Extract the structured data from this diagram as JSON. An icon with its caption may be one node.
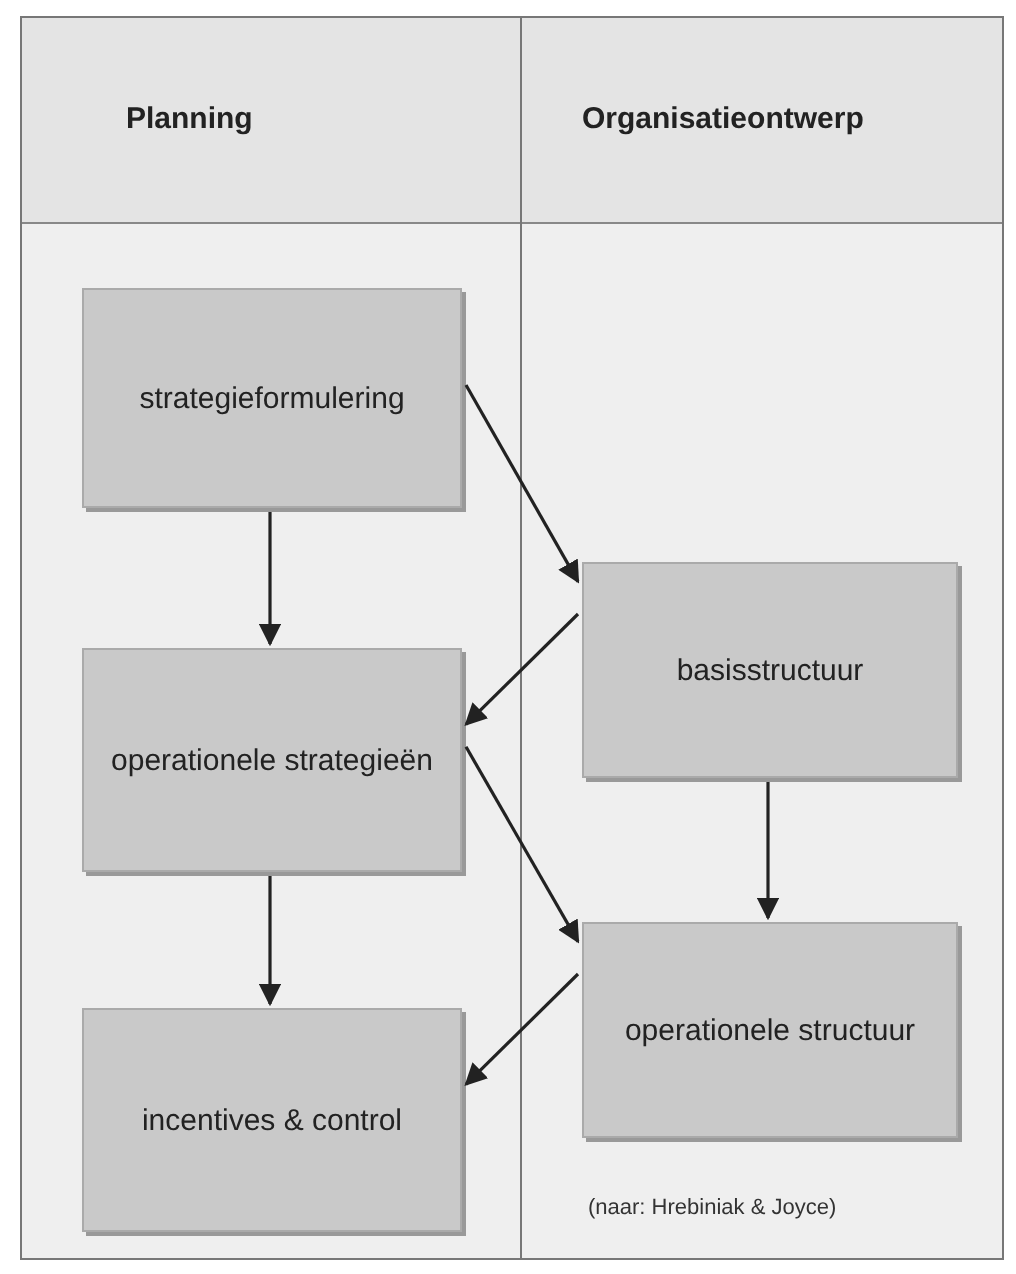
{
  "diagram": {
    "caption": "(naar: Hrebiniak & Joyce)",
    "nodes": [
      {
        "text": [
          "Planning"
        ]
      },
      {
        "text": [
          "Organisatieontwerp"
        ]
      },
      {
        "text": [
          "strategieformulering"
        ],
        "in": 0
      },
      {
        "text": [
          "operationele strategieën"
        ],
        "in": 0
      },
      {
        "text": [
          "incentives & control"
        ],
        "in": 0
      },
      {
        "text": [
          "basisstructuur"
        ],
        "in": 1
      },
      {
        "text": [
          "operationele structuur"
        ],
        "in": 1
      }
    ],
    "edges": [
      {
        "from": 2,
        "to": 3,
        "arrow": "to"
      },
      {
        "from": 3,
        "to": 4,
        "arrow": "to"
      },
      {
        "from": 5,
        "to": 6,
        "arrow": "to"
      },
      {
        "from": 2,
        "to": 5,
        "arrow": "to"
      },
      {
        "from": 5,
        "to": 3,
        "arrow": "to"
      },
      {
        "from": 3,
        "to": 6,
        "arrow": "to"
      },
      {
        "from": 6,
        "to": 4,
        "arrow": "to"
      }
    ]
  }
}
